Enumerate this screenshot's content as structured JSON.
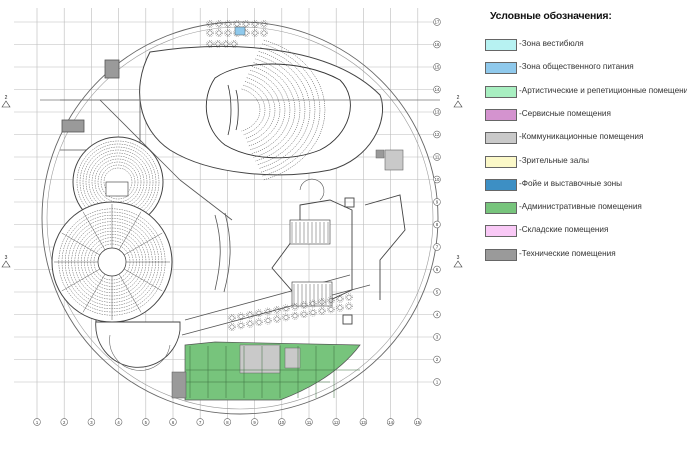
{
  "legend": {
    "title": "Условные обозначения:",
    "items": [
      {
        "key": "vestibule",
        "label": "-Зона вестибюля",
        "color": "#b7f2f2"
      },
      {
        "key": "catering",
        "label": "-Зона общественного питания",
        "color": "#8fc9ec"
      },
      {
        "key": "art",
        "label": "-Артистические и репетиционные помещения",
        "color": "#a8efc1"
      },
      {
        "key": "service",
        "label": "-Сервисные помещения",
        "color": "#d493cf"
      },
      {
        "key": "communication",
        "label": "-Коммуникационные помещения",
        "color": "#c9c9c9"
      },
      {
        "key": "halls",
        "label": "-Зрительные залы",
        "color": "#fbf8c8"
      },
      {
        "key": "foyer",
        "label": "-Фойе и выставочные зоны",
        "color": "#3d8fc4"
      },
      {
        "key": "admin",
        "label": "-Административные помещения",
        "color": "#77c47c"
      },
      {
        "key": "storage",
        "label": "-Складские помещения",
        "color": "#f9c9f6"
      },
      {
        "key": "technical",
        "label": "-Технические помещения",
        "color": "#9a9a9a"
      }
    ]
  },
  "axes": {
    "vertical": [
      "1",
      "2",
      "3",
      "4",
      "5",
      "6",
      "7",
      "8",
      "9",
      "10",
      "11",
      "12",
      "13",
      "14",
      "15"
    ],
    "horizontal": [
      "17",
      "16",
      "15",
      "14",
      "13",
      "12",
      "11",
      "10",
      "9",
      "8",
      "7",
      "6",
      "5",
      "4",
      "3",
      "2",
      "1"
    ],
    "section_marks": [
      "2",
      "2",
      "3",
      "3"
    ]
  }
}
